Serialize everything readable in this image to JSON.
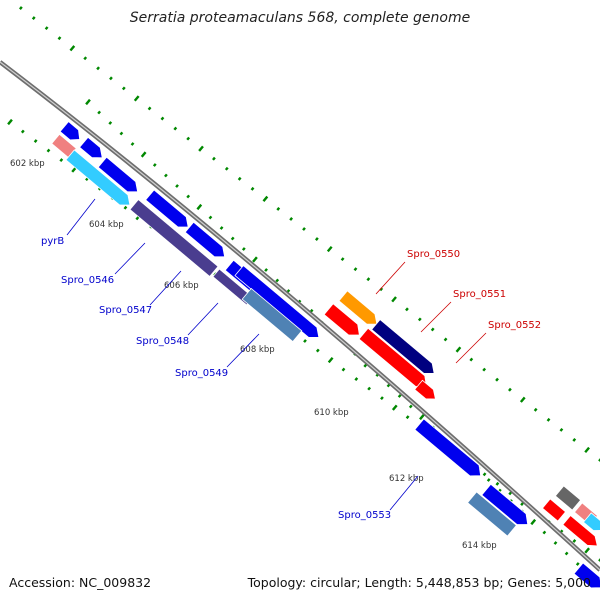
{
  "title": "Serratia proteamaculans 568, complete genome",
  "accession": "Accession: NC_009832",
  "summary": "Topology: circular; Length: 5,448,853 bp; Genes: 5,000",
  "ticks": [
    "602 kbp",
    "604 kbp",
    "606 kbp",
    "608 kbp",
    "610 kbp",
    "612 kbp",
    "614 kbp"
  ],
  "gene_labels_blue": [
    "pyrB",
    "Spro_0546",
    "Spro_0547",
    "Spro_0548",
    "Spro_0549",
    "Spro_0553"
  ],
  "gene_labels_red": [
    "Spro_0550",
    "Spro_0551",
    "Spro_0552"
  ],
  "colors": {
    "blue": "#0000ee",
    "cyan": "#33ccff",
    "slate": "#4a3d8f",
    "steel": "#4f82b4",
    "navy": "#000080",
    "red": "#ff0000",
    "pink": "#f08080",
    "orange": "#ff9900",
    "gray": "#666666",
    "dotted_track": "#008800",
    "backbone": "#888888",
    "label_blue": "#0000cc",
    "label_red": "#cc0000"
  }
}
